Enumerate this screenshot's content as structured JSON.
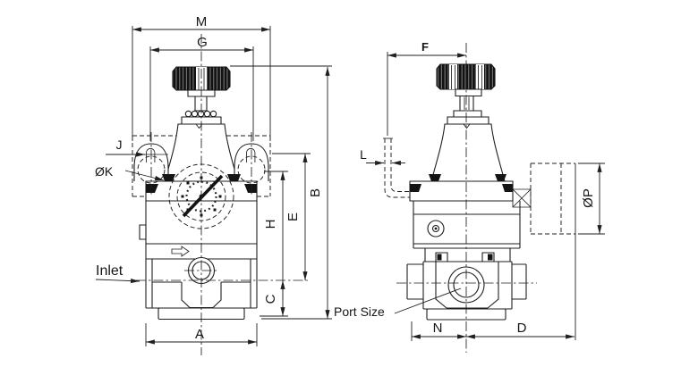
{
  "colors": {
    "line": "#1f1f1f",
    "dark_fill": "#141414",
    "background": "#ffffff"
  },
  "front_view": {
    "dims": {
      "M": "M",
      "G": "G",
      "J": "J",
      "K": "ØK",
      "A": "A",
      "B": "B",
      "E": "E",
      "H": "H",
      "C": "C"
    },
    "inlet_label": "Inlet"
  },
  "side_view": {
    "dims": {
      "F": "F",
      "L": "L",
      "N": "N",
      "D": "D",
      "P": "ØP"
    },
    "port_size_label": "Port Size"
  }
}
